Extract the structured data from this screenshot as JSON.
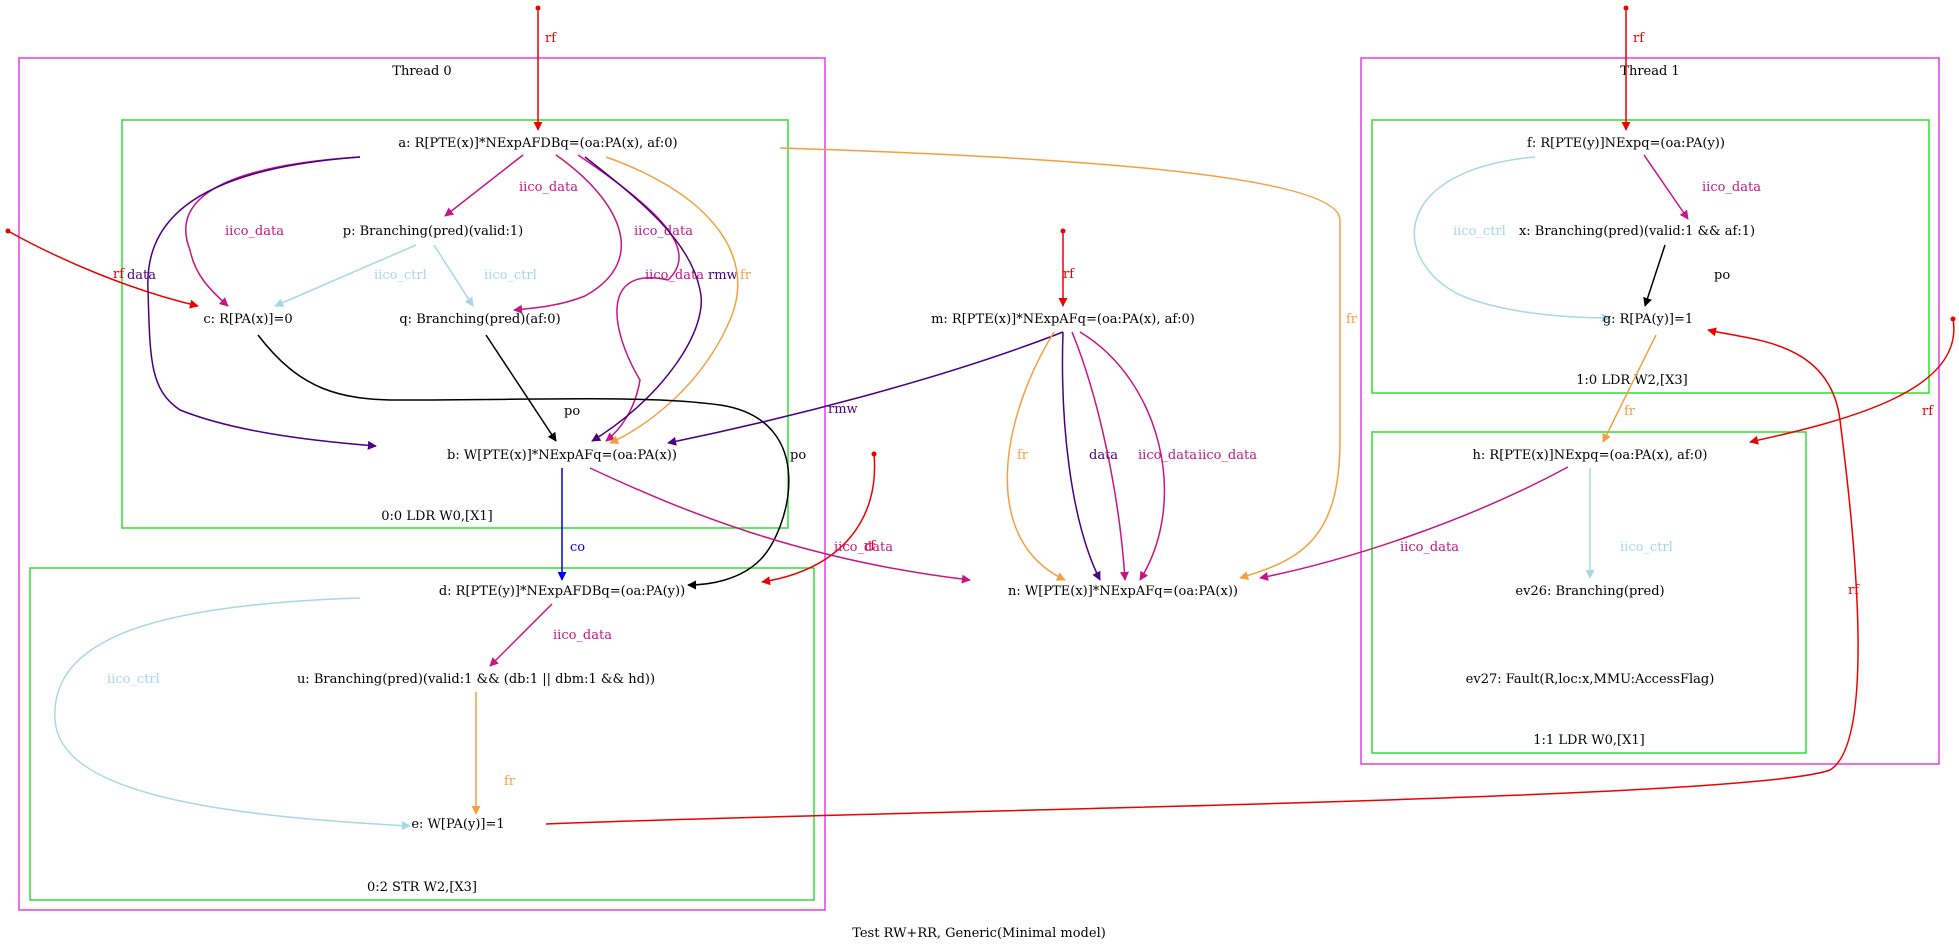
{
  "caption": "Test RW+RR, Generic(Minimal model)",
  "colors": {
    "thread_border": "#e040e0",
    "instr_border": "#33dd33",
    "rf": "#ee0000",
    "iico_data": "#c71585",
    "iico_ctrl": "#a8d8e8",
    "data": "#4b0082",
    "rmw": "#4b0082",
    "fr": "#f4a040",
    "po": "#000000",
    "co": "#0000ee"
  },
  "threads": [
    {
      "id": "thread0",
      "label": "Thread 0"
    },
    {
      "id": "thread1",
      "label": "Thread 1"
    }
  ],
  "instructions": [
    {
      "id": "i00",
      "label": "0:0 LDR W0,[X1]"
    },
    {
      "id": "i02",
      "label": "0:2 STR W2,[X3]"
    },
    {
      "id": "i10",
      "label": "1:0 LDR W2,[X3]"
    },
    {
      "id": "i11",
      "label": "1:1 LDR W0,[X1]"
    }
  ],
  "nodes": [
    {
      "id": "a",
      "label": "a: R[PTE(x)]*NExpAFDBq=(oa:PA(x), af:0)"
    },
    {
      "id": "p",
      "label": "p: Branching(pred)(valid:1)"
    },
    {
      "id": "c",
      "label": "c: R[PA(x)]=0"
    },
    {
      "id": "q",
      "label": "q: Branching(pred)(af:0)"
    },
    {
      "id": "b",
      "label": "b: W[PTE(x)]*NExpAFq=(oa:PA(x))"
    },
    {
      "id": "d",
      "label": "d: R[PTE(y)]*NExpAFDBq=(oa:PA(y))"
    },
    {
      "id": "u",
      "label": "u: Branching(pred)(valid:1 && (db:1 || dbm:1 && hd))"
    },
    {
      "id": "e",
      "label": "e: W[PA(y)]=1"
    },
    {
      "id": "m",
      "label": "m: R[PTE(x)]*NExpAFq=(oa:PA(x), af:0)"
    },
    {
      "id": "n",
      "label": "n: W[PTE(x)]*NExpAFq=(oa:PA(x))"
    },
    {
      "id": "f",
      "label": "f: R[PTE(y)]NExpq=(oa:PA(y))"
    },
    {
      "id": "x",
      "label": "x: Branching(pred)(valid:1 && af:1)"
    },
    {
      "id": "g",
      "label": "g: R[PA(y)]=1"
    },
    {
      "id": "h",
      "label": "h: R[PTE(x)]NExpq=(oa:PA(x), af:0)"
    },
    {
      "id": "ev26",
      "label": "ev26: Branching(pred)"
    },
    {
      "id": "ev27",
      "label": "ev27: Fault(R,loc:x,MMU:AccessFlag)"
    }
  ],
  "edges": [
    {
      "from": "init",
      "to": "a",
      "kind": "rf",
      "label": "rf"
    },
    {
      "from": "init",
      "to": "f",
      "kind": "rf",
      "label": "rf"
    },
    {
      "from": "init",
      "to": "c",
      "kind": "rf",
      "label": "rf"
    },
    {
      "from": "init",
      "to": "m",
      "kind": "rf",
      "label": "rf"
    },
    {
      "from": "init",
      "to": "d",
      "kind": "rf",
      "label": "rf"
    },
    {
      "from": "init",
      "to": "h",
      "kind": "rf",
      "label": "rf"
    },
    {
      "from": "e",
      "to": "g",
      "kind": "rf",
      "label": "rf"
    },
    {
      "from": "a",
      "to": "p",
      "kind": "iico_data",
      "label": "iico_data"
    },
    {
      "from": "a",
      "to": "c",
      "kind": "iico_data",
      "label": "iico_data"
    },
    {
      "from": "a",
      "to": "q",
      "kind": "iico_data",
      "label": "iico_data"
    },
    {
      "from": "a",
      "to": "b",
      "kind": "iico_data",
      "label": "iico_data"
    },
    {
      "from": "a",
      "to": "b",
      "kind": "data",
      "label": "data"
    },
    {
      "from": "a",
      "to": "b",
      "kind": "rmw",
      "label": "rmw"
    },
    {
      "from": "a",
      "to": "b",
      "kind": "fr",
      "label": "fr"
    },
    {
      "from": "a",
      "to": "n",
      "kind": "fr",
      "label": "fr"
    },
    {
      "from": "p",
      "to": "c",
      "kind": "iico_ctrl",
      "label": "iico_ctrl"
    },
    {
      "from": "p",
      "to": "q",
      "kind": "iico_ctrl",
      "label": "iico_ctrl"
    },
    {
      "from": "q",
      "to": "b",
      "kind": "iico_ctrl",
      "label": "iico_ctrl"
    },
    {
      "from": "c",
      "to": "d",
      "kind": "po",
      "label": "po"
    },
    {
      "from": "b",
      "to": "d",
      "kind": "po",
      "label": "po"
    },
    {
      "from": "b",
      "to": "n",
      "kind": "co",
      "label": "co"
    },
    {
      "from": "d",
      "to": "u",
      "kind": "iico_data",
      "label": "iico_data"
    },
    {
      "from": "d",
      "to": "e",
      "kind": "iico_data",
      "label": "iico_data"
    },
    {
      "from": "u",
      "to": "e",
      "kind": "iico_ctrl",
      "label": "iico_ctrl"
    },
    {
      "from": "m",
      "to": "b",
      "kind": "fr",
      "label": "fr"
    },
    {
      "from": "m",
      "to": "n",
      "kind": "rmw",
      "label": "rmw"
    },
    {
      "from": "m",
      "to": "n",
      "kind": "fr",
      "label": "fr"
    },
    {
      "from": "m",
      "to": "n",
      "kind": "data",
      "label": "data"
    },
    {
      "from": "m",
      "to": "n",
      "kind": "iico_data",
      "label": "iico_data"
    },
    {
      "from": "f",
      "to": "x",
      "kind": "iico_data",
      "label": "iico_data"
    },
    {
      "from": "f",
      "to": "g",
      "kind": "iico_data",
      "label": "iico_data"
    },
    {
      "from": "x",
      "to": "g",
      "kind": "iico_ctrl",
      "label": "iico_ctrl"
    },
    {
      "from": "g",
      "to": "h",
      "kind": "po",
      "label": "po"
    },
    {
      "from": "h",
      "to": "b",
      "kind": "fr",
      "label": "fr"
    },
    {
      "from": "h",
      "to": "n",
      "kind": "fr",
      "label": "fr"
    },
    {
      "from": "h",
      "to": "ev26",
      "kind": "iico_data",
      "label": "iico_data"
    },
    {
      "from": "ev26",
      "to": "ev27",
      "kind": "iico_ctrl",
      "label": "iico_ctrl"
    }
  ]
}
